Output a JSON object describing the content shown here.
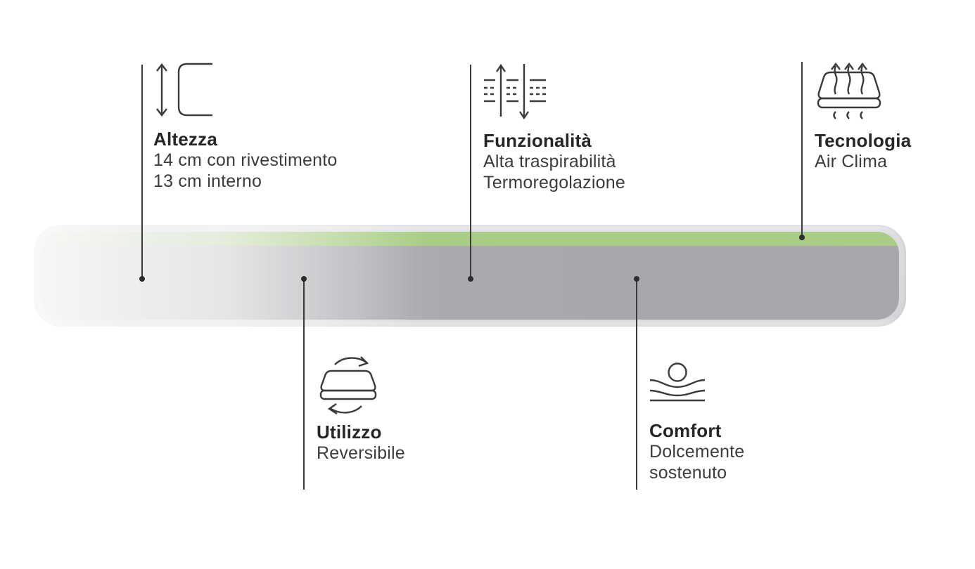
{
  "colors": {
    "background": "#ffffff",
    "title_text": "#262626",
    "body_text": "#3c3c3c",
    "leader_line": "#3a3a3a",
    "icon_stroke": "#3b3b3b",
    "mattress_cover": "#dcdee1",
    "mattress_top_layer_green": "#a9cd85",
    "mattress_core_gray": "#a8a9ad"
  },
  "mattress": {
    "layers": [
      {
        "name": "cover",
        "color": "#dcdee1"
      },
      {
        "name": "top-layer",
        "color": "#a9cd85"
      },
      {
        "name": "core",
        "color": "#a8a9ad"
      }
    ]
  },
  "callouts": [
    {
      "id": "altezza",
      "icon": "height-icon",
      "title": "Altezza",
      "lines": [
        "14 cm con rivestimento",
        "13 cm interno"
      ],
      "position": "top"
    },
    {
      "id": "funzionalita",
      "icon": "breathability-icon",
      "title": "Funzionalità",
      "lines": [
        "Alta traspirabilità",
        "Termoregolazione"
      ],
      "position": "top"
    },
    {
      "id": "tecnologia",
      "icon": "air-clima-icon",
      "title": "Tecnologia",
      "lines": [
        "Air Clima"
      ],
      "position": "top"
    },
    {
      "id": "utilizzo",
      "icon": "reversible-icon",
      "title": "Utilizzo",
      "lines": [
        "Reversibile"
      ],
      "position": "bottom"
    },
    {
      "id": "comfort",
      "icon": "comfort-icon",
      "title": "Comfort",
      "lines": [
        "Dolcemente",
        "sostenuto"
      ],
      "position": "bottom"
    }
  ]
}
